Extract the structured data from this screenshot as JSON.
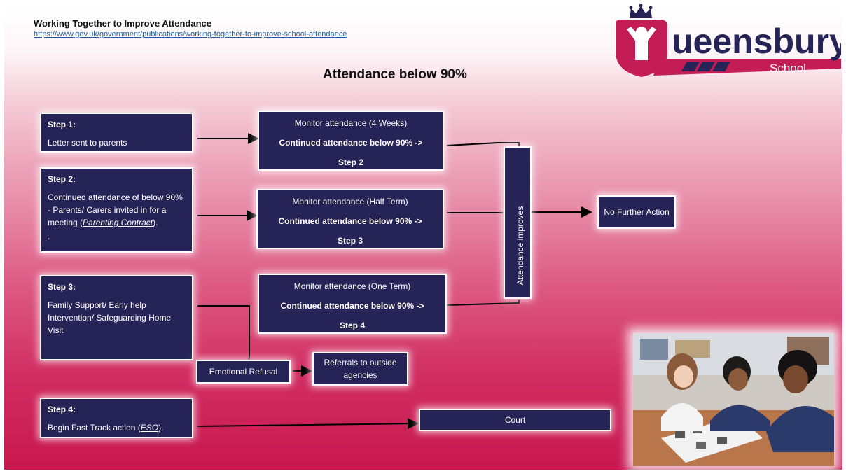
{
  "header": {
    "title": "Working Together to Improve Attendance",
    "link": "https://www.gov.uk/government/publications/working-together-to-improve-school-attendance"
  },
  "logo": {
    "name": "ueensbury",
    "sub": "School",
    "icon": "person-raised-arms-crown-logo"
  },
  "main_title": "Attendance below 90%",
  "steps": [
    {
      "label": "Step 1:",
      "text": "Letter sent to parents"
    },
    {
      "label": "Step 2:",
      "text_before": "Continued attendance of below 90% - Parents/ Carers invited in for a meeting (",
      "emph": "Parenting Contract",
      "text_after": ").",
      "extra": "."
    },
    {
      "label": "Step 3:",
      "text": "Family Support/ Early help Intervention/ Safeguarding Home Visit"
    },
    {
      "label": "Step 4:",
      "text_before": "Begin Fast Track action (",
      "emph": "ESO",
      "text_after": ")."
    }
  ],
  "monitors": [
    {
      "title": "Monitor attendance (4 Weeks)",
      "cond": "Continued attendance below 90% ->",
      "next": "Step 2"
    },
    {
      "title": "Monitor attendance (Half Term)",
      "cond": "Continued attendance below 90% ->",
      "next": "Step 3"
    },
    {
      "title": "Monitor attendance (One Term)",
      "cond": "Continued attendance below 90% ->",
      "next": "Step 4"
    }
  ],
  "attendance_improves": "Attendance improves",
  "no_further_action": "No Further Action",
  "emotional_refusal": "Emotional Refusal",
  "referrals": "Referrals to outside agencies",
  "court": "Court",
  "colors": {
    "box": "#262356",
    "gradient_end": "#c8174f",
    "logo": "#c41d55"
  }
}
